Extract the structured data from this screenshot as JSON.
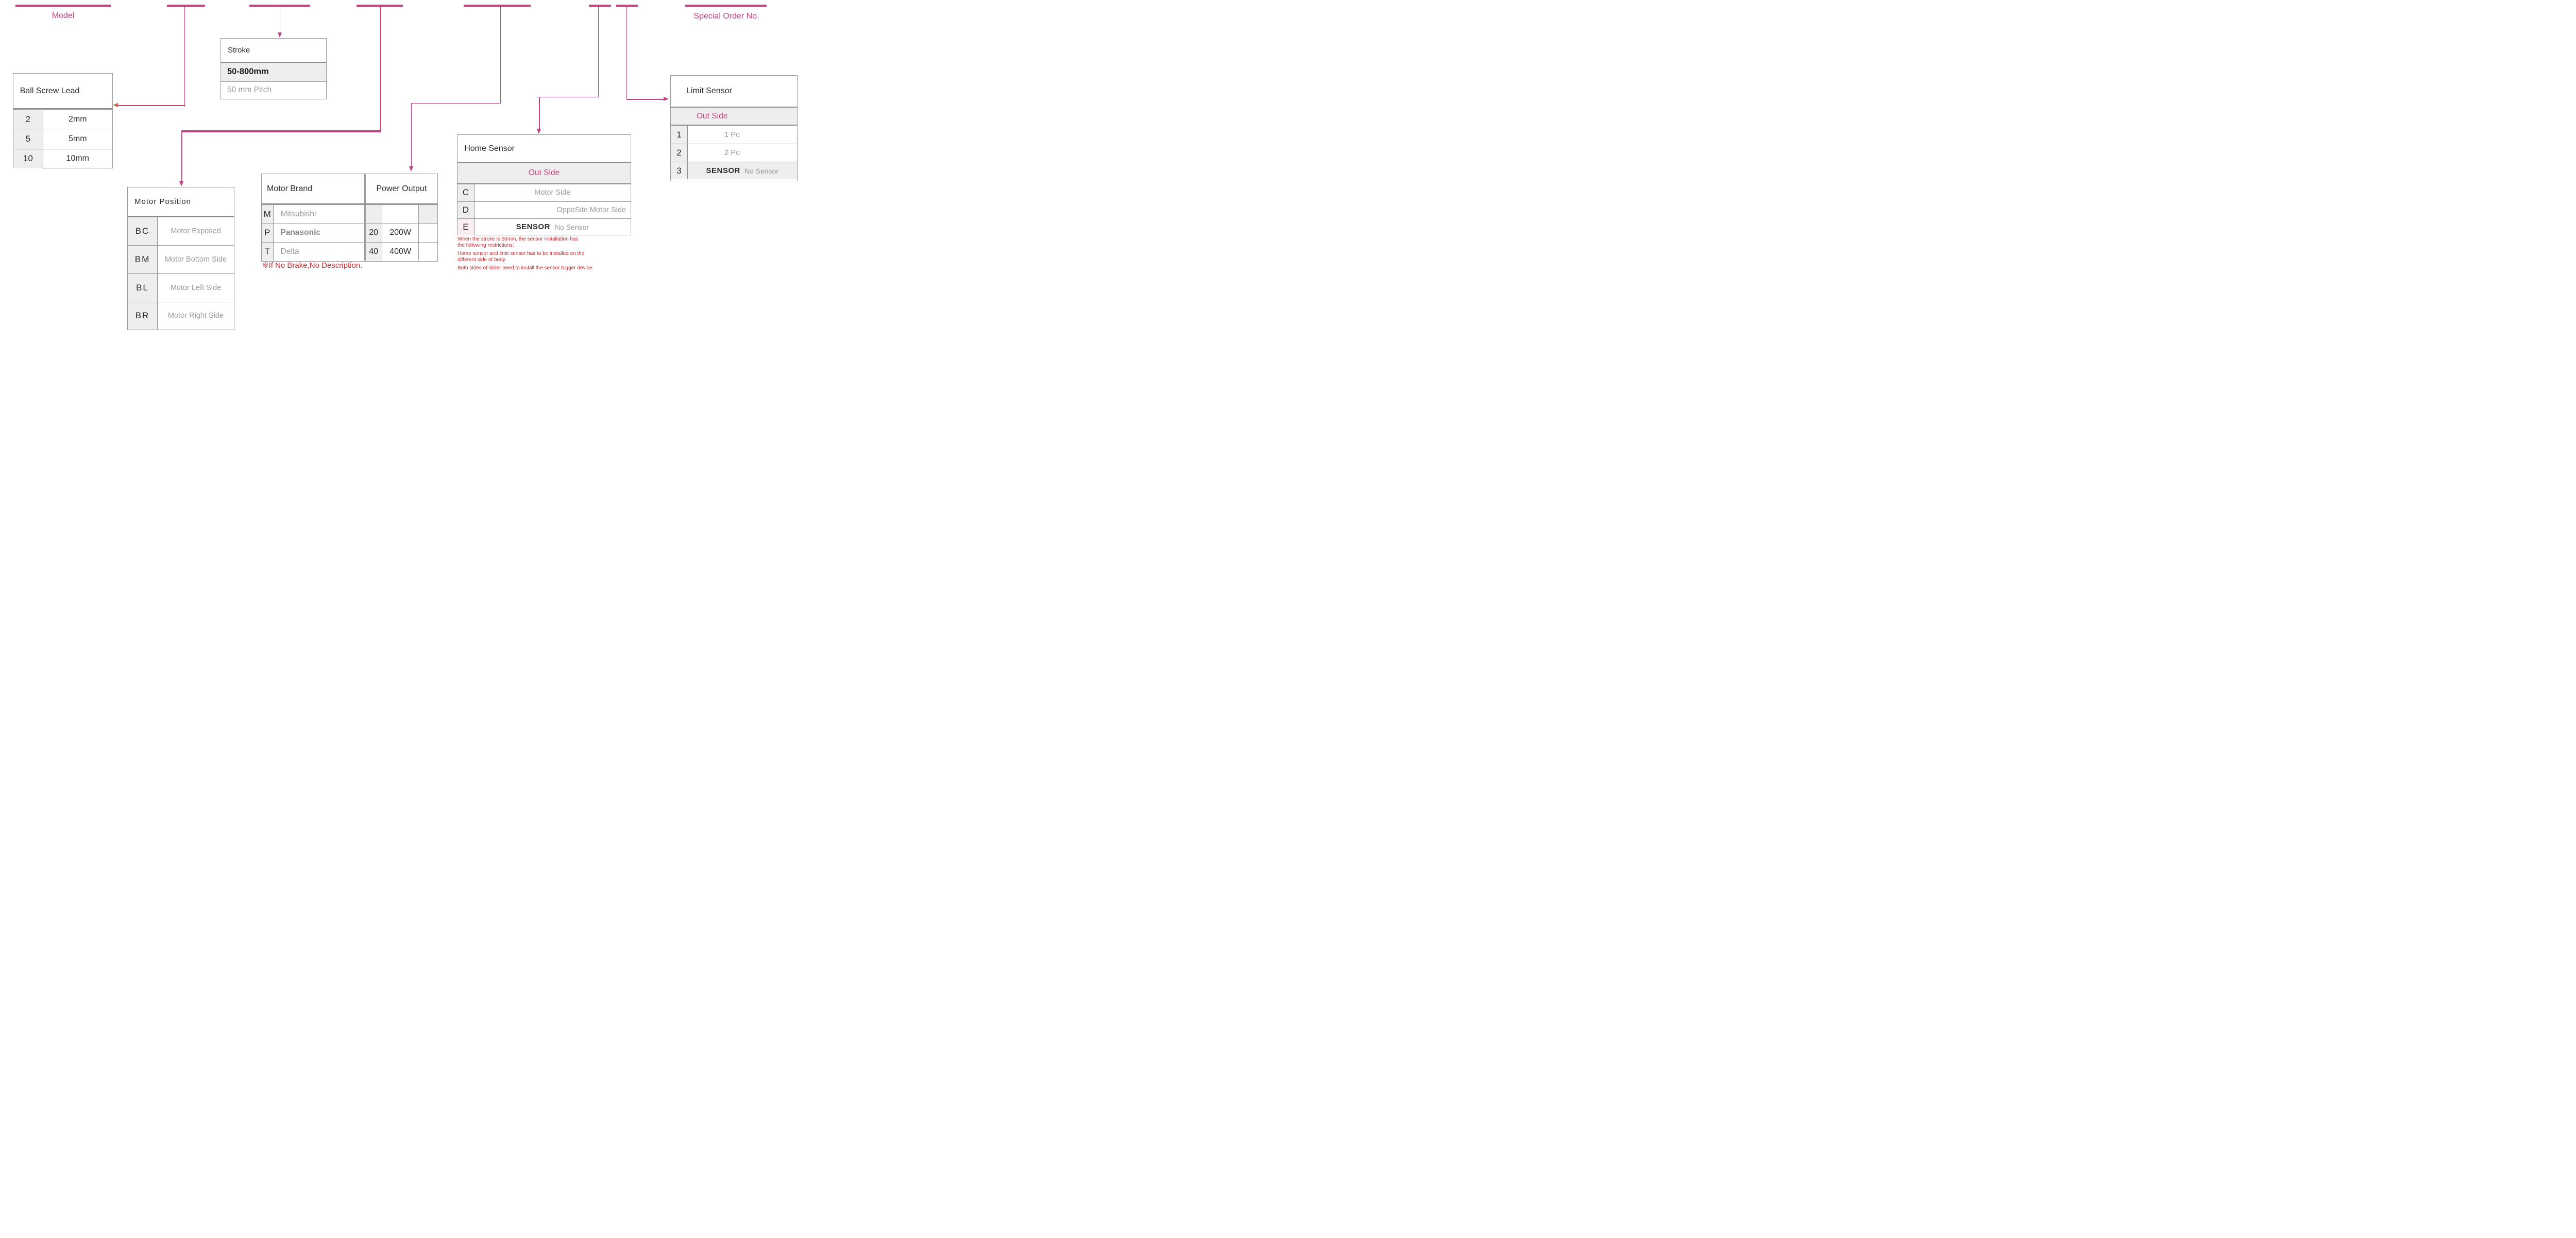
{
  "top": {
    "model_label": "Model",
    "special_order_label": "Special Order No."
  },
  "ball_screw_lead": {
    "title": "Ball Screw Lead",
    "rows": [
      {
        "code": "2",
        "desc": "2mm"
      },
      {
        "code": "5",
        "desc": "5mm"
      },
      {
        "code": "10",
        "desc": "10mm"
      }
    ]
  },
  "stroke": {
    "title": "Stroke",
    "range": "50-800mm",
    "pitch": "50 mm Pitch"
  },
  "motor_position": {
    "title": "Motor Position",
    "rows": [
      {
        "code": "BC",
        "desc": "Motor Exposed"
      },
      {
        "code": "BM",
        "desc": "Motor Bottom Side"
      },
      {
        "code": "BL",
        "desc": "Motor Left Side"
      },
      {
        "code": "BR",
        "desc": "Motor Right Side"
      }
    ]
  },
  "motor": {
    "brand_title": "Motor Brand",
    "power_title": "Power Output",
    "rows": [
      {
        "brand_code": "M",
        "brand": "Mitsubishi",
        "power_code": "",
        "power": ""
      },
      {
        "brand_code": "P",
        "brand": "Panasonic",
        "power_code": "20",
        "power": "200W"
      },
      {
        "brand_code": "T",
        "brand": "Delta",
        "power_code": "40",
        "power": "400W"
      }
    ],
    "brake_note": "※If No Brake,No Description."
  },
  "home_sensor": {
    "title": "Home Sensor",
    "subheader": "Out Side",
    "rows": [
      {
        "code": "C",
        "sensor_word": "",
        "desc": "Motor Side"
      },
      {
        "code": "D",
        "sensor_word": "",
        "desc": "OppoSite Motor Side"
      },
      {
        "code": "E",
        "sensor_word": "SENSOR",
        "desc": "No Sensor"
      }
    ],
    "notes": [
      "When the stroke is 50mm, the sensor installation has\nthe following restrictions:",
      "Home sensor and limit sensor has to be installed on the\ndifferent side of body.",
      "Both sides of slider need to install the sensor trigger device."
    ]
  },
  "limit_sensor": {
    "title": "Limit Sensor",
    "subheader": "Out Side",
    "rows": [
      {
        "code": "1",
        "sensor_word": "",
        "desc": "1 Pc"
      },
      {
        "code": "2",
        "sensor_word": "",
        "desc": "2 Pc"
      },
      {
        "code": "3",
        "sensor_word": "SENSOR",
        "desc": "No Sensor"
      }
    ]
  },
  "colors": {
    "pink": "#c2417f",
    "outside_pink": "#d0417f",
    "red": "#cc2c31",
    "dark": "#2e2a2b",
    "gray": "#9b9b9b",
    "border": "#9a9a9a",
    "border_dark": "#8d8d8d",
    "row_bg": "#efeeee",
    "pink_bg": "#faeef3",
    "salmon": "#cf6450"
  }
}
